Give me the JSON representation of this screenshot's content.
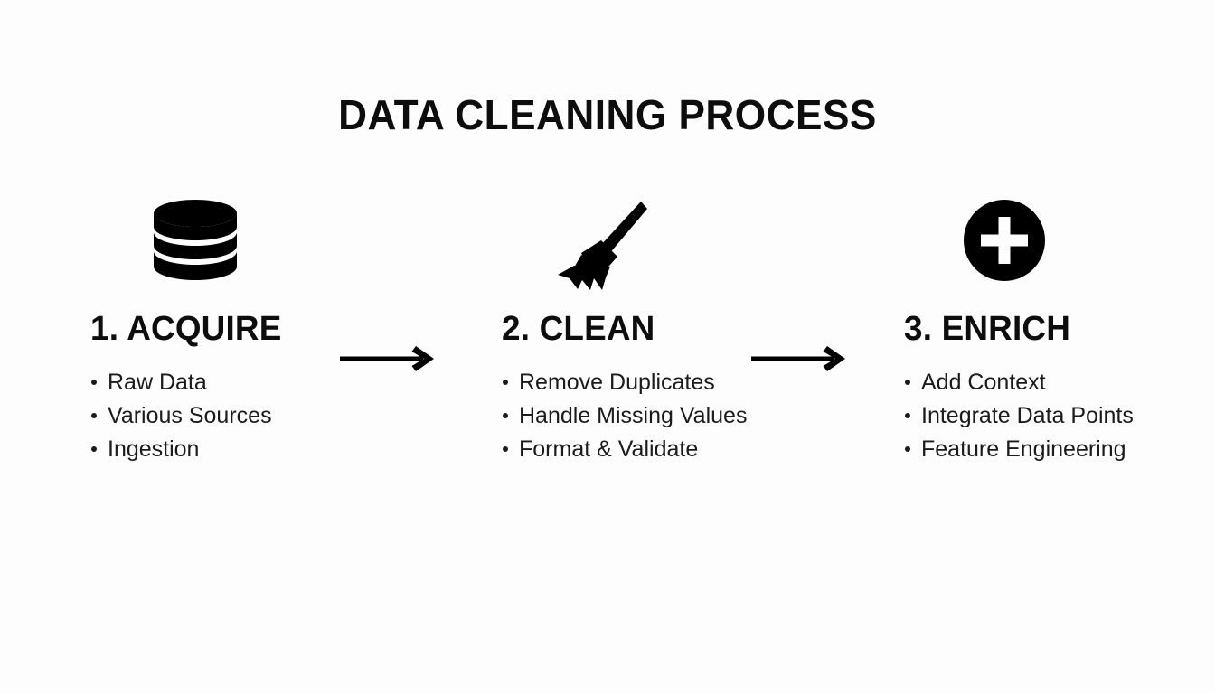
{
  "page": {
    "title": "DATA CLEANING PROCESS",
    "background_color": "#fdfdfe",
    "text_color": "#111111",
    "accent_color": "#000000"
  },
  "steps": [
    {
      "heading": "1. ACQUIRE",
      "icon": "database-icon",
      "bullets": [
        "Raw Data",
        "Various Sources",
        "Ingestion"
      ]
    },
    {
      "heading": "2. CLEAN",
      "icon": "broom-icon",
      "bullets": [
        "Remove Duplicates",
        "Handle Missing Values",
        "Format & Validate"
      ]
    },
    {
      "heading": "3. ENRICH",
      "icon": "plus-circle-icon",
      "bullets": [
        "Add Context",
        "Integrate Data Points",
        "Feature Engineering"
      ]
    }
  ],
  "connectors": [
    {
      "icon": "arrow-right-icon",
      "from": "1. ACQUIRE",
      "to": "2. CLEAN"
    },
    {
      "icon": "arrow-right-icon",
      "from": "2. CLEAN",
      "to": "3. ENRICH"
    }
  ]
}
